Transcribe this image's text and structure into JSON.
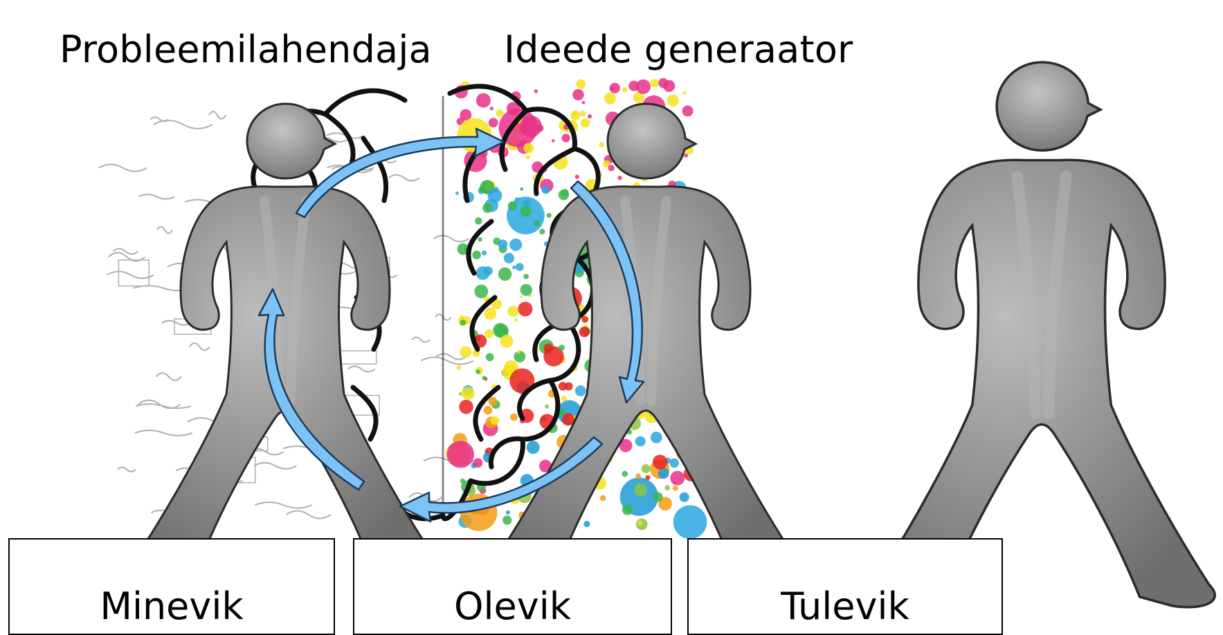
{
  "titles": {
    "left": "Probleemilahendaja",
    "right": "Ideede generaator"
  },
  "time_boxes": {
    "past": "Minevik",
    "present": "Olevik",
    "future": "Tulevik"
  },
  "colors": {
    "figure_fill": "#8f8f8f",
    "figure_highlight": "#b5b5b5",
    "figure_outline": "#2b2b2b",
    "arrow_fill": "#7cc2f5",
    "arrow_stroke": "#1a3a5c",
    "brain_outline": "#111111",
    "math_ink": "#6e6e6e"
  },
  "icons": {
    "figures": [
      "person-figure-icon",
      "person-figure-icon",
      "person-figure-icon"
    ],
    "brain": "brain-icon",
    "cycle": "cycle-arrows-icon"
  }
}
